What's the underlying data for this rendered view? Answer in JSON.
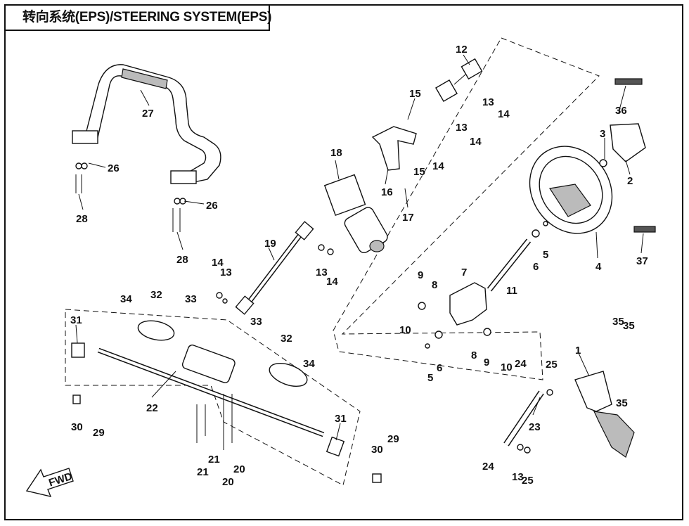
{
  "title": "转向系统(EPS)/STEERING SYSTEM(EPS)",
  "fwd_label": "FWD",
  "callouts": [
    "1",
    "2",
    "3",
    "4",
    "5",
    "6",
    "7",
    "8",
    "9",
    "10",
    "11",
    "12",
    "13",
    "14",
    "15",
    "16",
    "17",
    "18",
    "19",
    "20",
    "21",
    "22",
    "23",
    "24",
    "25",
    "26",
    "27",
    "28",
    "29",
    "30",
    "31",
    "32",
    "33",
    "34",
    "35",
    "36",
    "37"
  ]
}
